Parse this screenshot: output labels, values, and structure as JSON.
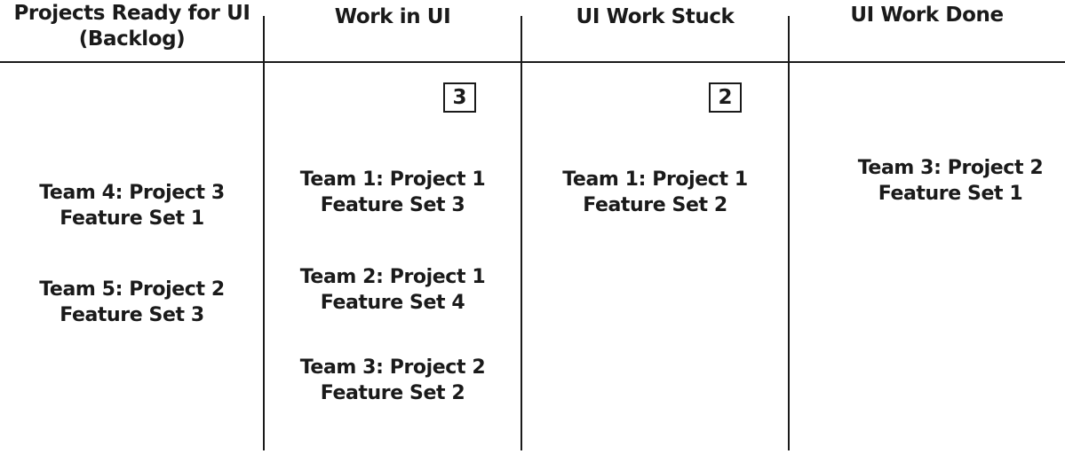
{
  "board": {
    "colors": {
      "ink": "#1a1a1a",
      "background": "#ffffff"
    },
    "columns": [
      {
        "id": "backlog",
        "title": "Projects Ready for UI",
        "subtitle": "(Backlog)",
        "wip_limit": "",
        "cards": [
          {
            "line1": "Team 4: Project 3",
            "line2": "Feature Set 1"
          },
          {
            "line1": "Team 5: Project 2",
            "line2": "Feature Set 3"
          }
        ]
      },
      {
        "id": "work-in-ui",
        "title": "Work in UI",
        "subtitle": "",
        "wip_limit": "3",
        "cards": [
          {
            "line1": "Team 1: Project 1",
            "line2": "Feature Set 3"
          },
          {
            "line1": "Team 2: Project 1",
            "line2": "Feature Set 4"
          },
          {
            "line1": "Team 3: Project 2",
            "line2": "Feature Set 2"
          }
        ]
      },
      {
        "id": "ui-work-stuck",
        "title": "UI Work Stuck",
        "subtitle": "",
        "wip_limit": "2",
        "cards": [
          {
            "line1": "Team 1: Project 1",
            "line2": "Feature Set 2"
          }
        ]
      },
      {
        "id": "ui-work-done",
        "title": "UI Work Done",
        "subtitle": "",
        "wip_limit": "",
        "cards": [
          {
            "line1": "Team 3: Project 2",
            "line2": "Feature Set 1"
          }
        ]
      }
    ]
  }
}
